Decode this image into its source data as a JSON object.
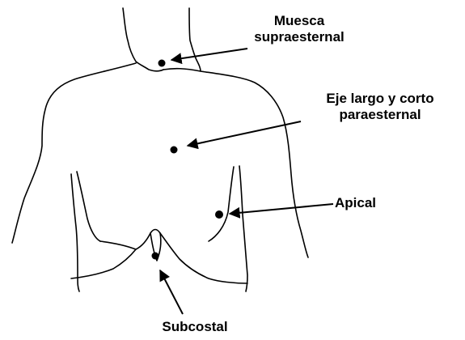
{
  "labels": {
    "suprasternal_line1": "Muesca",
    "suprasternal_line2": "supraesternal",
    "parasternal_line1": "Eje largo y corto",
    "parasternal_line2": "paraesternal",
    "apical": "Apical",
    "subcostal": "Subcostal"
  },
  "colors": {
    "ink": "#000000",
    "background": "#ffffff"
  }
}
